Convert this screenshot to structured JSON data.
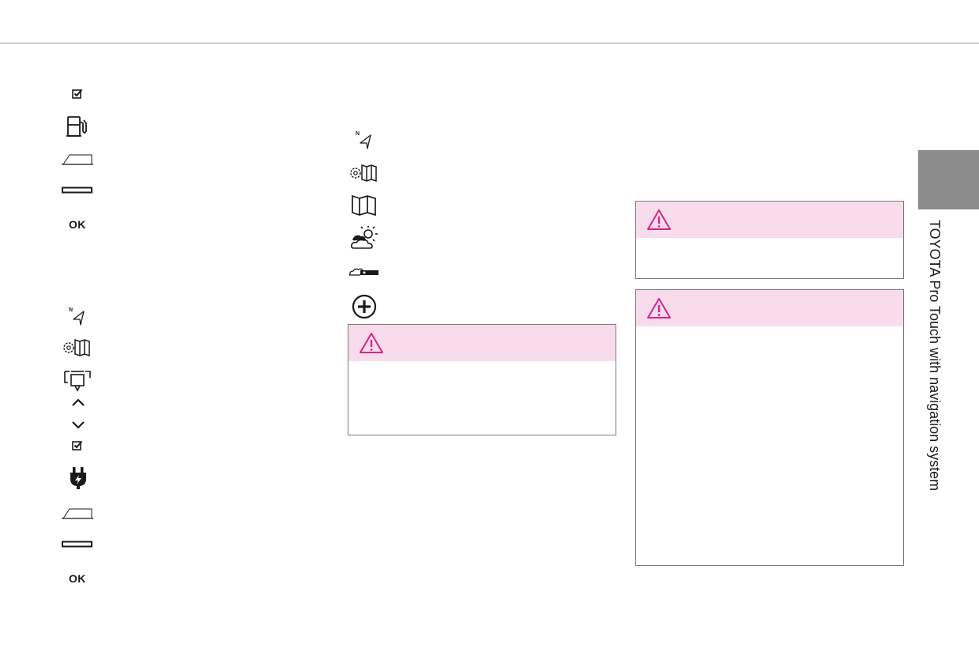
{
  "header": {
    "rule": true
  },
  "left_column": {
    "group_1": {
      "icons": [
        "checkbox-check-icon",
        "fuel-pump-icon",
        "parallelogram-outline-icon",
        "long-rectangle-icon"
      ],
      "ok_label": "OK"
    },
    "group_2": {
      "icons": [
        "north-arrow-icon",
        "gear-map-icon",
        "screen-projection-icon",
        "chevron-up-icon",
        "chevron-down-icon",
        "checkbox-check-icon",
        "charging-plug-icon",
        "parallelogram-outline-icon",
        "long-rectangle-icon"
      ],
      "ok_label": "OK"
    }
  },
  "middle_column": {
    "icons": [
      "north-arrow-icon",
      "gear-map-icon",
      "map-icon",
      "weather-sun-cloud-icon",
      "cloud-bar-icon",
      "add-circle-icon"
    ]
  },
  "warnings": [
    {
      "name": "warning-box-middle",
      "icon": "warning-triangle-icon"
    },
    {
      "name": "warning-box-right-top",
      "icon": "warning-triangle-icon"
    },
    {
      "name": "warning-box-right-bottom",
      "icon": "warning-triangle-icon"
    }
  ],
  "side_tab": {
    "title": "TOYOTA Pro Touch with navigation system",
    "color": "#8c8c8c"
  },
  "colors": {
    "warning_pink": "#d6248a",
    "warning_bg": "#f9dcec",
    "rule": "#9a9a9a"
  }
}
